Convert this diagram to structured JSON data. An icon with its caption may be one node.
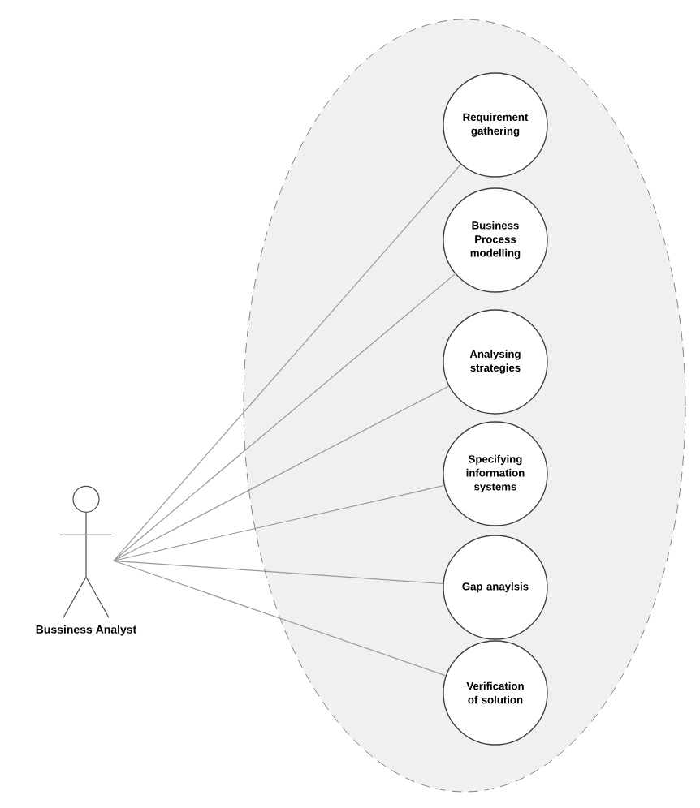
{
  "diagram": {
    "nodes": [
      {
        "text": [
          "Bussiness Analyst"
        ]
      },
      {
        "text": [],
        "shape": "ellipse"
      },
      {
        "text": [
          "Requirement gathering"
        ],
        "in": 1
      },
      {
        "text": [
          "Business Process modelling"
        ],
        "in": 1
      },
      {
        "text": [
          "Analysing strategies"
        ],
        "in": 1
      },
      {
        "text": [
          "Specifying information systems"
        ],
        "in": 1
      },
      {
        "text": [
          "Gap anaylsis"
        ],
        "in": 1
      },
      {
        "text": [
          "Verification of solution"
        ],
        "in": 1
      }
    ],
    "edges": [
      {
        "from": 0,
        "to": 2,
        "arrow": "none"
      },
      {
        "from": 0,
        "to": 3,
        "arrow": "none"
      },
      {
        "from": 0,
        "to": 4,
        "arrow": "none"
      },
      {
        "from": 0,
        "to": 5,
        "arrow": "none"
      },
      {
        "from": 0,
        "to": 6,
        "arrow": "none"
      },
      {
        "from": 0,
        "to": 7,
        "arrow": "none"
      }
    ]
  }
}
